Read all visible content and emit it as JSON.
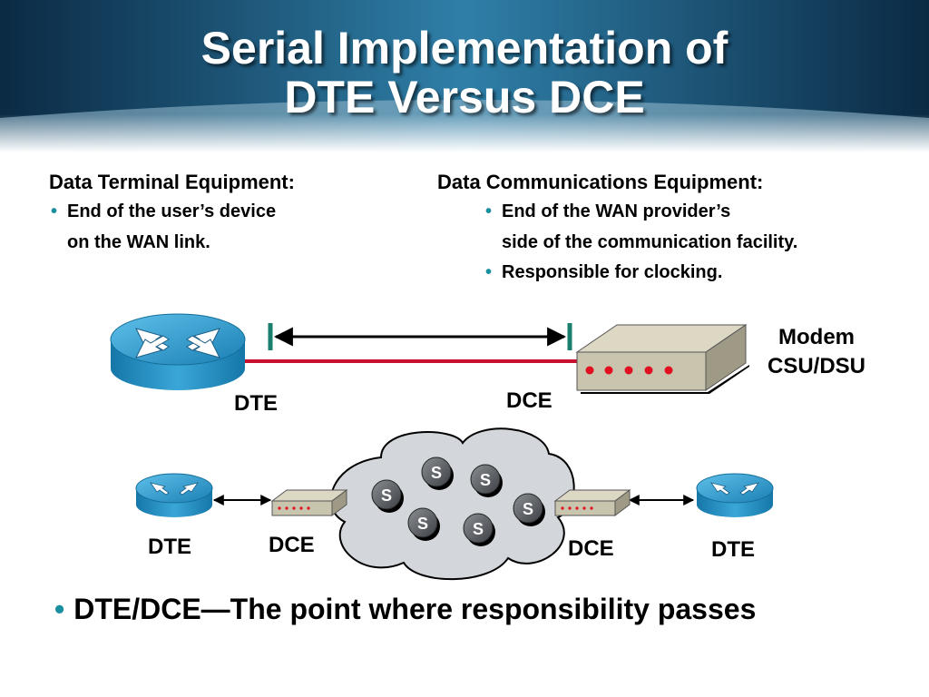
{
  "slide": {
    "title_line1": "Serial Implementation of",
    "title_line2": "DTE Versus DCE"
  },
  "dte_def": {
    "heading": "Data Terminal Equipment:",
    "bullet1_line1": "End of the user’s device",
    "bullet1_line2": "on the WAN link."
  },
  "dce_def": {
    "heading": "Data Communications Equipment:",
    "bullet1_line1": "End of the WAN provider’s",
    "bullet1_line2": "side of the communication facility.",
    "bullet2": "Responsible for clocking."
  },
  "top_diagram": {
    "router_label": "DTE",
    "modem_label": "DCE",
    "modem_name_line1": "Modem",
    "modem_name_line2": "CSU/DSU"
  },
  "bottom_diagram": {
    "left_router_label": "DTE",
    "left_modem_label": "DCE",
    "right_modem_label": "DCE",
    "right_router_label": "DTE",
    "switch_label": "S"
  },
  "summary_bullet": "DTE/DCE—The point where responsibility passes",
  "colors": {
    "banner_dark": "#0b2a44",
    "banner_light": "#2f7fa8",
    "router_blue": "#1f8fc4",
    "link_red": "#c8102e",
    "bracket_teal": "#1a7f6e",
    "bullet_teal": "#1a8fa0",
    "modem_beige": "#c9c4ae",
    "cloud_gray": "#d3d7db"
  },
  "icons": [
    "router-icon",
    "modem-icon",
    "cloud-icon",
    "switch-icon",
    "double-arrow-icon"
  ]
}
